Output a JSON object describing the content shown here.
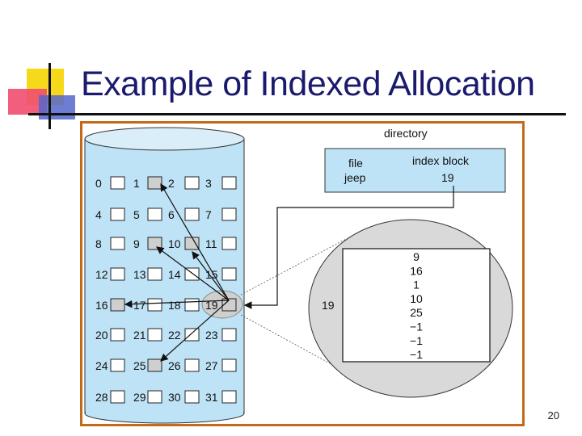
{
  "slide": {
    "title": "Example of Indexed Allocation",
    "page_number": "20"
  },
  "directory": {
    "title": "directory",
    "col_file_header": "file",
    "col_index_header": "index block",
    "file_name": "jeep",
    "index_block": "19"
  },
  "disk_blocks": [
    "0",
    "1",
    "2",
    "3",
    "4",
    "5",
    "6",
    "7",
    "8",
    "9",
    "10",
    "11",
    "12",
    "13",
    "14",
    "15",
    "16",
    "17",
    "18",
    "19",
    "20",
    "21",
    "22",
    "23",
    "24",
    "25",
    "26",
    "27",
    "28",
    "29",
    "30",
    "31"
  ],
  "index_block_label": "19",
  "index_entries": [
    "9",
    "16",
    "1",
    "10",
    "25",
    "−1",
    "−1",
    "−1"
  ],
  "colors": {
    "title": "#1a1a6e",
    "frame_border": "#c26a1a",
    "disk_fill": "#bfe3f6",
    "used_block": "#cfcfcf",
    "zoom_fill": "#d9d9d9"
  }
}
